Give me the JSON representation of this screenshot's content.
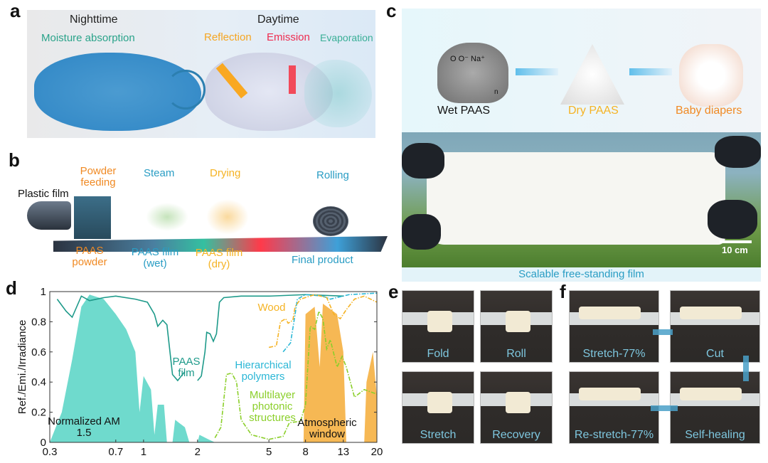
{
  "panels": {
    "a": "a",
    "b": "b",
    "c": "c",
    "d": "d",
    "e": "e",
    "f": "f"
  },
  "a": {
    "nighttime": "Nighttime",
    "moisture": "Moisture absorption",
    "daytime": "Daytime",
    "reflection": "Reflection",
    "emission": "Emission",
    "evaporation": "Evaporation"
  },
  "b": {
    "plastic_film": "Plastic film",
    "powder_feeding": "Powder feeding",
    "steam": "Steam",
    "drying": "Drying",
    "rolling": "Rolling",
    "paas_powder": "PAAS powder",
    "paas_wet": "PAAS film (wet)",
    "paas_dry": "PAAS film (dry)",
    "final_product": "Final product"
  },
  "c": {
    "wet": "Wet PAAS",
    "dry": "Dry PAAS",
    "diapers": "Baby diapers",
    "formula": "O  O⁻ Na⁺",
    "n": "n",
    "scale": "10 cm",
    "caption": "Scalable free-standing film"
  },
  "e": [
    "Fold",
    "Roll",
    "Stretch",
    "Recovery"
  ],
  "f": [
    "Stretch-77%",
    "Cut",
    "Re-stretch-77%",
    "Self-healing"
  ],
  "colors": {
    "paas": "#1e9a8a",
    "am15": "#5fd6c8",
    "window": "#f5b041",
    "wood": "#f5b324",
    "hier": "#2bb7d6",
    "multi": "#8bcf2a",
    "orange": "#f08a24",
    "blue": "#2a9dc4"
  },
  "chart_data": {
    "type": "line",
    "xscale": "log",
    "xlim": [
      0.3,
      20
    ],
    "ylim": [
      0,
      1
    ],
    "ylabel": "Ref./Emi./Irradiance",
    "xlabel": "",
    "xticks": [
      "0.3",
      "0.7",
      "1",
      "2",
      "5",
      "8",
      "13",
      "20"
    ],
    "yticks": [
      "0",
      "0.2",
      "0.4",
      "0.6",
      "0.8",
      "1"
    ],
    "annotations": {
      "paas": "PAAS film",
      "wood": "Wood",
      "hier": "Hierarchical polymers",
      "multi": "Multilayer photonic structures",
      "am": "Normalized AM 1.5",
      "window": "Atmospheric window"
    },
    "series": [
      {
        "name": "PAAS film",
        "style": "solid",
        "points": [
          [
            0.33,
            0.95
          ],
          [
            0.37,
            0.87
          ],
          [
            0.4,
            0.83
          ],
          [
            0.45,
            0.97
          ],
          [
            0.5,
            0.94
          ],
          [
            0.6,
            0.96
          ],
          [
            0.7,
            0.97
          ],
          [
            0.9,
            0.95
          ],
          [
            1.05,
            0.93
          ],
          [
            1.15,
            0.85
          ],
          [
            1.2,
            0.77
          ],
          [
            1.28,
            0.81
          ],
          [
            1.35,
            0.78
          ],
          [
            1.45,
            0.45
          ],
          [
            1.55,
            0.41
          ],
          [
            1.7,
            0.47
          ],
          null,
          [
            2.0,
            0.41
          ],
          [
            2.1,
            0.44
          ],
          [
            2.2,
            0.6
          ],
          [
            2.25,
            0.73
          ],
          [
            2.35,
            0.72
          ],
          [
            2.45,
            0.67
          ],
          [
            2.55,
            0.72
          ],
          [
            2.65,
            0.93
          ],
          [
            2.8,
            0.96
          ],
          [
            3.5,
            0.97
          ],
          [
            5,
            0.97
          ],
          [
            8,
            0.98
          ],
          [
            13,
            0.97
          ]
        ]
      },
      {
        "name": "Hierarchical polymers",
        "style": "dashdot",
        "points": [
          [
            6,
            0.6
          ],
          [
            6.6,
            0.66
          ],
          [
            7,
            0.85
          ],
          [
            7.2,
            0.95
          ],
          [
            8,
            0.98
          ],
          [
            10,
            0.97
          ],
          [
            11,
            0.95
          ],
          [
            14,
            0.98
          ],
          [
            20,
            0.99
          ]
        ]
      },
      {
        "name": "Wood",
        "style": "dashdot",
        "points": [
          [
            5,
            0.63
          ],
          [
            5.5,
            0.64
          ],
          [
            5.8,
            0.8
          ],
          [
            6.2,
            0.82
          ],
          [
            6.4,
            0.79
          ],
          [
            6.8,
            0.81
          ],
          [
            7,
            0.9
          ],
          [
            7.5,
            0.95
          ],
          [
            9,
            0.98
          ],
          [
            10.5,
            0.96
          ],
          [
            11.5,
            0.85
          ],
          [
            12.5,
            0.82
          ],
          [
            13.5,
            0.88
          ],
          [
            15,
            0.95
          ],
          [
            17,
            0.97
          ],
          [
            20,
            0.93
          ]
        ]
      },
      {
        "name": "Multilayer photonic structures",
        "style": "dashdot",
        "points": [
          [
            2.5,
            0.03
          ],
          [
            2.7,
            0.1
          ],
          [
            2.9,
            0.45
          ],
          [
            3.1,
            0.46
          ],
          [
            3.3,
            0.4
          ],
          [
            3.5,
            0.15
          ],
          [
            4,
            0.05
          ],
          [
            5,
            0.02
          ],
          [
            6,
            0.04
          ],
          [
            6.5,
            0.13
          ],
          [
            7.5,
            0.14
          ],
          [
            8,
            0.25
          ],
          [
            8.5,
            0.77
          ],
          [
            9,
            0.75
          ],
          [
            9.5,
            0.87
          ],
          [
            10,
            0.82
          ],
          [
            10.5,
            0.62
          ],
          [
            11,
            0.68
          ],
          [
            12,
            0.5
          ],
          [
            12.8,
            0.57
          ],
          [
            13.5,
            0.5
          ],
          [
            15,
            0.3
          ],
          [
            17,
            0.35
          ],
          [
            20,
            0.32
          ]
        ]
      }
    ],
    "areas": [
      {
        "name": "Normalized AM 1.5",
        "points": [
          [
            0.3,
            0
          ],
          [
            0.35,
            0.2
          ],
          [
            0.4,
            0.55
          ],
          [
            0.45,
            0.9
          ],
          [
            0.5,
            0.98
          ],
          [
            0.6,
            0.95
          ],
          [
            0.7,
            0.85
          ],
          [
            0.8,
            0.75
          ],
          [
            0.9,
            0.6
          ],
          [
            0.95,
            0.2
          ],
          [
            1.0,
            0.44
          ],
          [
            1.1,
            0.35
          ],
          [
            1.15,
            0.05
          ],
          [
            1.2,
            0.25
          ],
          [
            1.3,
            0.25
          ],
          [
            1.35,
            0
          ],
          [
            1.45,
            0
          ],
          [
            1.5,
            0.15
          ],
          [
            1.7,
            0.1
          ],
          [
            1.8,
            0
          ],
          [
            2.0,
            0
          ],
          [
            2.05,
            0.05
          ],
          [
            2.3,
            0.02
          ],
          [
            2.5,
            0
          ]
        ]
      },
      {
        "name": "Atmospheric window",
        "points": [
          [
            7.8,
            0
          ],
          [
            8,
            0.85
          ],
          [
            9,
            0.9
          ],
          [
            9.6,
            0.5
          ],
          [
            10,
            0.92
          ],
          [
            12,
            0.85
          ],
          [
            13,
            0.6
          ],
          [
            13.5,
            0
          ],
          [
            17,
            0
          ],
          [
            17.5,
            0.4
          ],
          [
            19,
            0.6
          ],
          [
            20,
            0.3
          ],
          [
            20,
            0
          ]
        ]
      }
    ]
  }
}
